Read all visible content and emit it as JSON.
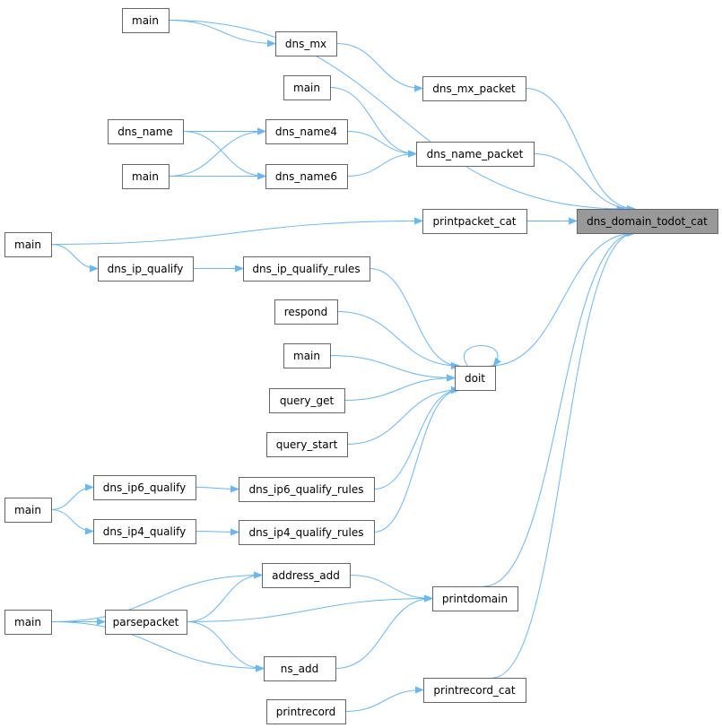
{
  "graph": {
    "focus_node": "dns_domain_todot_cat",
    "nodes": [
      {
        "id": "dns_domain_todot_cat",
        "label": "dns_domain_todot_cat",
        "focus": true
      },
      {
        "id": "main_a",
        "label": "main"
      },
      {
        "id": "dns_mx",
        "label": "dns_mx"
      },
      {
        "id": "dns_mx_packet",
        "label": "dns_mx_packet"
      },
      {
        "id": "main_b",
        "label": "main"
      },
      {
        "id": "dns_name",
        "label": "dns_name"
      },
      {
        "id": "dns_name4",
        "label": "dns_name4"
      },
      {
        "id": "main_c",
        "label": "main"
      },
      {
        "id": "dns_name6",
        "label": "dns_name6"
      },
      {
        "id": "dns_name_packet",
        "label": "dns_name_packet"
      },
      {
        "id": "printpacket_cat",
        "label": "printpacket_cat"
      },
      {
        "id": "main_d",
        "label": "main"
      },
      {
        "id": "dns_ip_qualify",
        "label": "dns_ip_qualify"
      },
      {
        "id": "dns_ip_qualify_rules",
        "label": "dns_ip_qualify_rules"
      },
      {
        "id": "respond",
        "label": "respond"
      },
      {
        "id": "main_e",
        "label": "main"
      },
      {
        "id": "query_get",
        "label": "query_get"
      },
      {
        "id": "query_start",
        "label": "query_start"
      },
      {
        "id": "doit",
        "label": "doit"
      },
      {
        "id": "dns_ip6_qualify",
        "label": "dns_ip6_qualify"
      },
      {
        "id": "dns_ip6_qualify_rules",
        "label": "dns_ip6_qualify_rules"
      },
      {
        "id": "main_f",
        "label": "main"
      },
      {
        "id": "dns_ip4_qualify",
        "label": "dns_ip4_qualify"
      },
      {
        "id": "dns_ip4_qualify_rules",
        "label": "dns_ip4_qualify_rules"
      },
      {
        "id": "address_add",
        "label": "address_add"
      },
      {
        "id": "main_g",
        "label": "main"
      },
      {
        "id": "parsepacket",
        "label": "parsepacket"
      },
      {
        "id": "printdomain",
        "label": "printdomain"
      },
      {
        "id": "ns_add",
        "label": "ns_add"
      },
      {
        "id": "printrecord_cat",
        "label": "printrecord_cat"
      },
      {
        "id": "printrecord",
        "label": "printrecord"
      }
    ],
    "edges": [
      {
        "from": "main_a",
        "to": "dns_domain_todot_cat"
      },
      {
        "from": "main_a",
        "to": "dns_mx"
      },
      {
        "from": "dns_mx",
        "to": "dns_mx_packet"
      },
      {
        "from": "dns_mx_packet",
        "to": "dns_domain_todot_cat"
      },
      {
        "from": "main_b",
        "to": "dns_name_packet"
      },
      {
        "from": "dns_name",
        "to": "dns_name4"
      },
      {
        "from": "dns_name",
        "to": "dns_name6"
      },
      {
        "from": "main_c",
        "to": "dns_name4"
      },
      {
        "from": "main_c",
        "to": "dns_name6"
      },
      {
        "from": "dns_name4",
        "to": "dns_name_packet"
      },
      {
        "from": "dns_name6",
        "to": "dns_name_packet"
      },
      {
        "from": "dns_name_packet",
        "to": "dns_domain_todot_cat"
      },
      {
        "from": "main_d",
        "to": "printpacket_cat"
      },
      {
        "from": "printpacket_cat",
        "to": "dns_domain_todot_cat"
      },
      {
        "from": "main_d",
        "to": "dns_ip_qualify"
      },
      {
        "from": "dns_ip_qualify",
        "to": "dns_ip_qualify_rules"
      },
      {
        "from": "dns_ip_qualify_rules",
        "to": "doit"
      },
      {
        "from": "respond",
        "to": "doit"
      },
      {
        "from": "main_e",
        "to": "doit"
      },
      {
        "from": "query_get",
        "to": "doit"
      },
      {
        "from": "query_start",
        "to": "doit"
      },
      {
        "from": "doit",
        "to": "doit"
      },
      {
        "from": "doit",
        "to": "dns_domain_todot_cat"
      },
      {
        "from": "main_f",
        "to": "dns_ip6_qualify"
      },
      {
        "from": "main_f",
        "to": "dns_ip4_qualify"
      },
      {
        "from": "dns_ip6_qualify",
        "to": "dns_ip6_qualify_rules"
      },
      {
        "from": "dns_ip4_qualify",
        "to": "dns_ip4_qualify_rules"
      },
      {
        "from": "dns_ip6_qualify_rules",
        "to": "doit"
      },
      {
        "from": "dns_ip4_qualify_rules",
        "to": "doit"
      },
      {
        "from": "main_g",
        "to": "address_add"
      },
      {
        "from": "main_g",
        "to": "parsepacket"
      },
      {
        "from": "main_g",
        "to": "ns_add"
      },
      {
        "from": "parsepacket",
        "to": "address_add"
      },
      {
        "from": "parsepacket",
        "to": "printdomain"
      },
      {
        "from": "parsepacket",
        "to": "ns_add"
      },
      {
        "from": "address_add",
        "to": "printdomain"
      },
      {
        "from": "ns_add",
        "to": "printdomain"
      },
      {
        "from": "printdomain",
        "to": "dns_domain_todot_cat"
      },
      {
        "from": "printrecord",
        "to": "printrecord_cat"
      },
      {
        "from": "printrecord_cat",
        "to": "dns_domain_todot_cat"
      }
    ]
  },
  "colors": {
    "edge": "#63b8ff",
    "node_border": "#666666",
    "node_fill": "#ffffff",
    "focus_fill": "#999999"
  }
}
